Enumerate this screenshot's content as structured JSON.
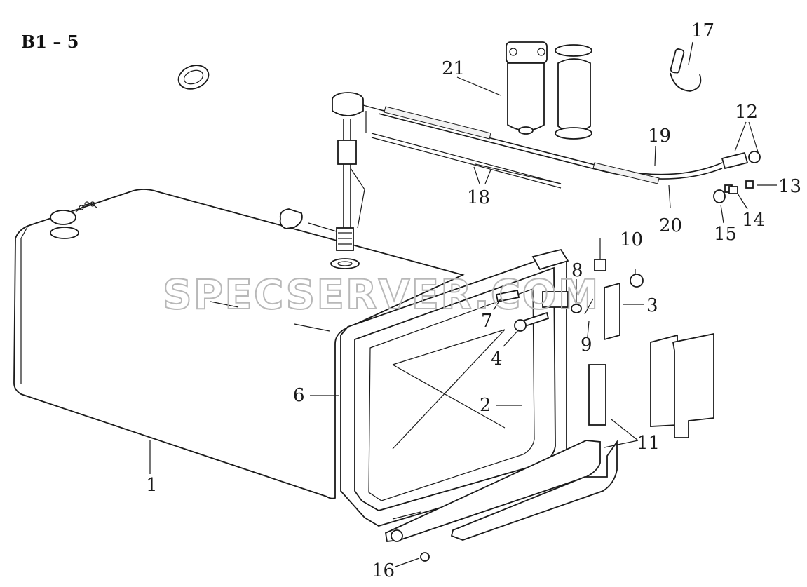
{
  "diagram": {
    "title": "B1 – 5",
    "watermark": "SPECSERVER.COM",
    "callouts": [
      {
        "id": "c1",
        "label": "1"
      },
      {
        "id": "c2",
        "label": "2"
      },
      {
        "id": "c3",
        "label": "3"
      },
      {
        "id": "c4",
        "label": "4"
      },
      {
        "id": "c6",
        "label": "6"
      },
      {
        "id": "c7",
        "label": "7"
      },
      {
        "id": "c8",
        "label": "8"
      },
      {
        "id": "c9",
        "label": "9"
      },
      {
        "id": "c10",
        "label": "10"
      },
      {
        "id": "c11",
        "label": "11"
      },
      {
        "id": "c12",
        "label": "12"
      },
      {
        "id": "c13",
        "label": "13"
      },
      {
        "id": "c14",
        "label": "14"
      },
      {
        "id": "c15",
        "label": "15"
      },
      {
        "id": "c16",
        "label": "16"
      },
      {
        "id": "c17",
        "label": "17"
      },
      {
        "id": "c18",
        "label": "18"
      },
      {
        "id": "c19",
        "label": "19"
      },
      {
        "id": "c20",
        "label": "20"
      },
      {
        "id": "c21",
        "label": "21"
      }
    ]
  }
}
